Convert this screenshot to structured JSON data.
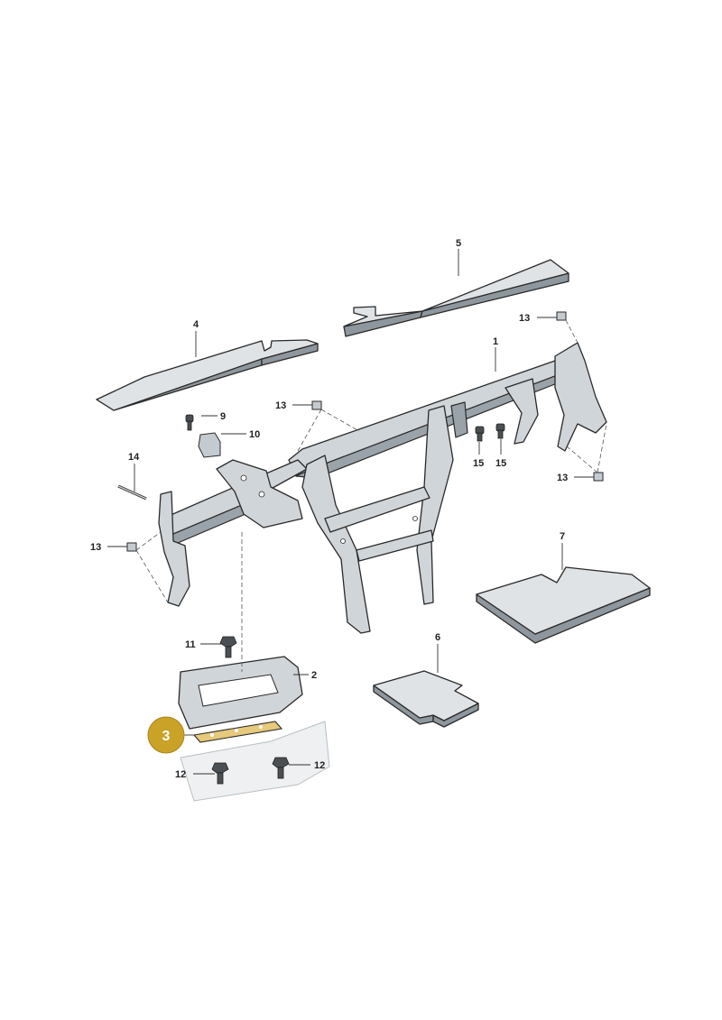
{
  "diagram": {
    "highlighted_part": "3",
    "highlight_color": "#c9a227",
    "callouts": {
      "c1": "1",
      "c2": "2",
      "c3": "3",
      "c4": "4",
      "c5": "5",
      "c6": "6",
      "c7": "7",
      "c9": "9",
      "c10": "10",
      "c11": "11",
      "c12a": "12",
      "c12b": "12",
      "c13a": "13",
      "c13b": "13",
      "c13c": "13",
      "c13d": "13",
      "c14": "14",
      "c15a": "15",
      "c15b": "15"
    }
  }
}
